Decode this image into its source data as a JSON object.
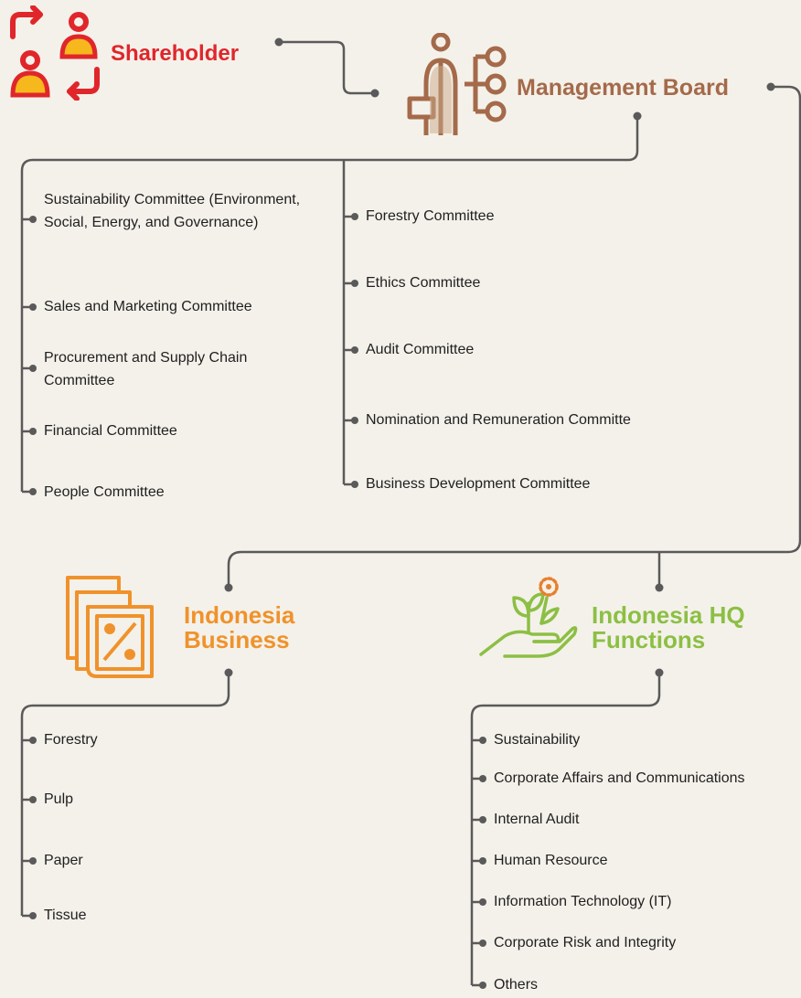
{
  "shareholder": {
    "label": "Shareholder",
    "color": "#e0262b",
    "accent": "#f6b81c",
    "icon": "shareholder-exchange-icon"
  },
  "management": {
    "label": "Management Board",
    "color": "#a46a4a",
    "icon": "management-hierarchy-icon"
  },
  "committees_left": [
    "Sustainability Committee (Environment, Social, Energy, and Governance)",
    "Sales and Marketing Committee",
    "Procurement and Supply Chain Committee",
    "Financial Committee",
    "People Committee"
  ],
  "committees_right": [
    "Forestry Committee",
    "Ethics Committee",
    "Audit Committee",
    "Nomination and Remuneration Committe",
    "Business Development Committee"
  ],
  "indonesia_business": {
    "title_line1": "Indonesia",
    "title_line2": "Business",
    "color": "#f0922b",
    "icon": "percent-document-icon",
    "items": [
      "Forestry",
      "Pulp",
      "Paper",
      "Tissue"
    ]
  },
  "indonesia_hq": {
    "title_line1": "Indonesia HQ",
    "title_line2": "Functions",
    "color": "#8cbf44",
    "icon": "hand-plant-icon",
    "items": [
      "Sustainability",
      "Corporate Affairs and Communications",
      "Internal Audit",
      "Human Resource",
      "Information Technology (IT)",
      "Corporate Risk and Integrity",
      "Others"
    ]
  },
  "line_color": "#5a5a5a"
}
